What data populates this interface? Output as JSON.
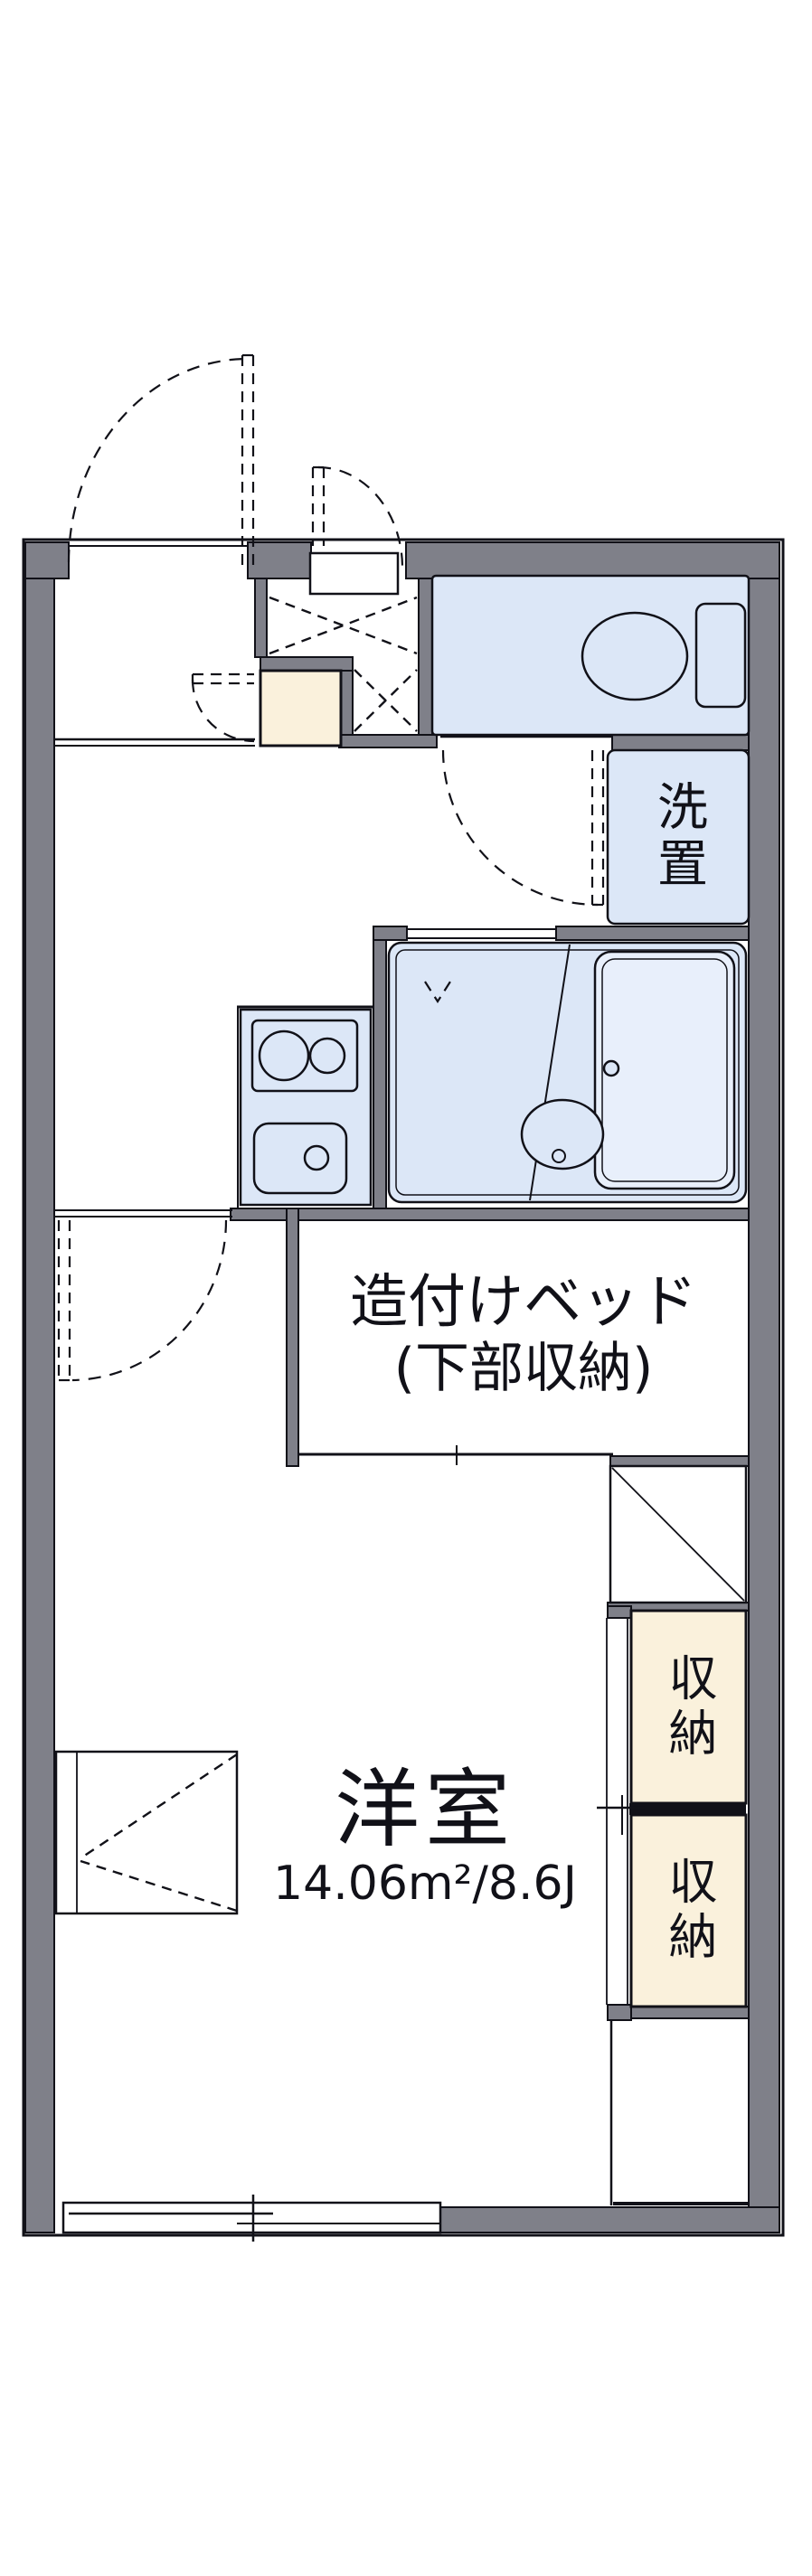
{
  "colors": {
    "wall": "#7f8089",
    "line": "#111118",
    "room_blue": "#dce7f7",
    "tub_blue": "#e8effb",
    "closet_cream": "#faf1dc",
    "background": "#ffffff"
  },
  "labels": {
    "washer_storage": "洗置",
    "built_in_bed_line1": "造付けベッド",
    "built_in_bed_line2": "(下部収納)",
    "main_room_name": "洋室",
    "main_room_area": "14.06m²/8.6J",
    "storage_upper": "収納",
    "storage_lower": "収納"
  }
}
